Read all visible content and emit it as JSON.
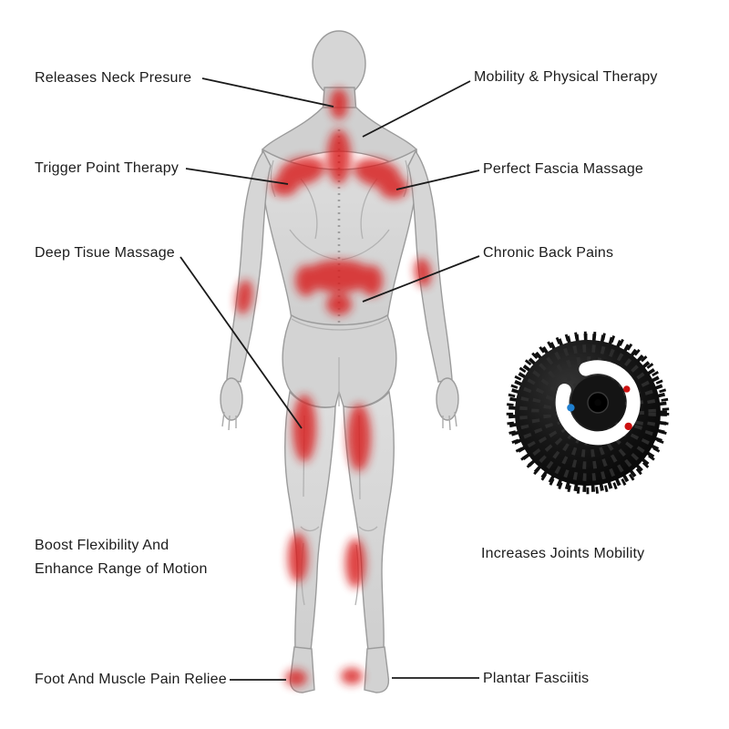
{
  "labels": {
    "neck": "Releases Neck Presure",
    "mobility": "Mobility & Physical Therapy",
    "trigger": "Trigger Point Therapy",
    "fascia": "Perfect Fascia Massage",
    "deep_tissue": "Deep Tisue Massage",
    "chronic": "Chronic Back Pains",
    "boost_line1": "Boost Flexibility And",
    "boost_line2": "Enhance Range of Motion",
    "joints": "Increases Joints Mobility",
    "foot": "Foot And Muscle Pain Reliee",
    "plantar": "Plantar Fasciitis"
  },
  "colors": {
    "highlight_red": "#d81e1e",
    "leader_line": "#1a1a1a",
    "body_gray": "#d8d8d8",
    "ball_black": "#111111",
    "ball_ring_white": "#ffffff",
    "ball_dot_blue": "#1f7fd0",
    "ball_dot_red": "#cc1111",
    "background": "#ffffff"
  }
}
